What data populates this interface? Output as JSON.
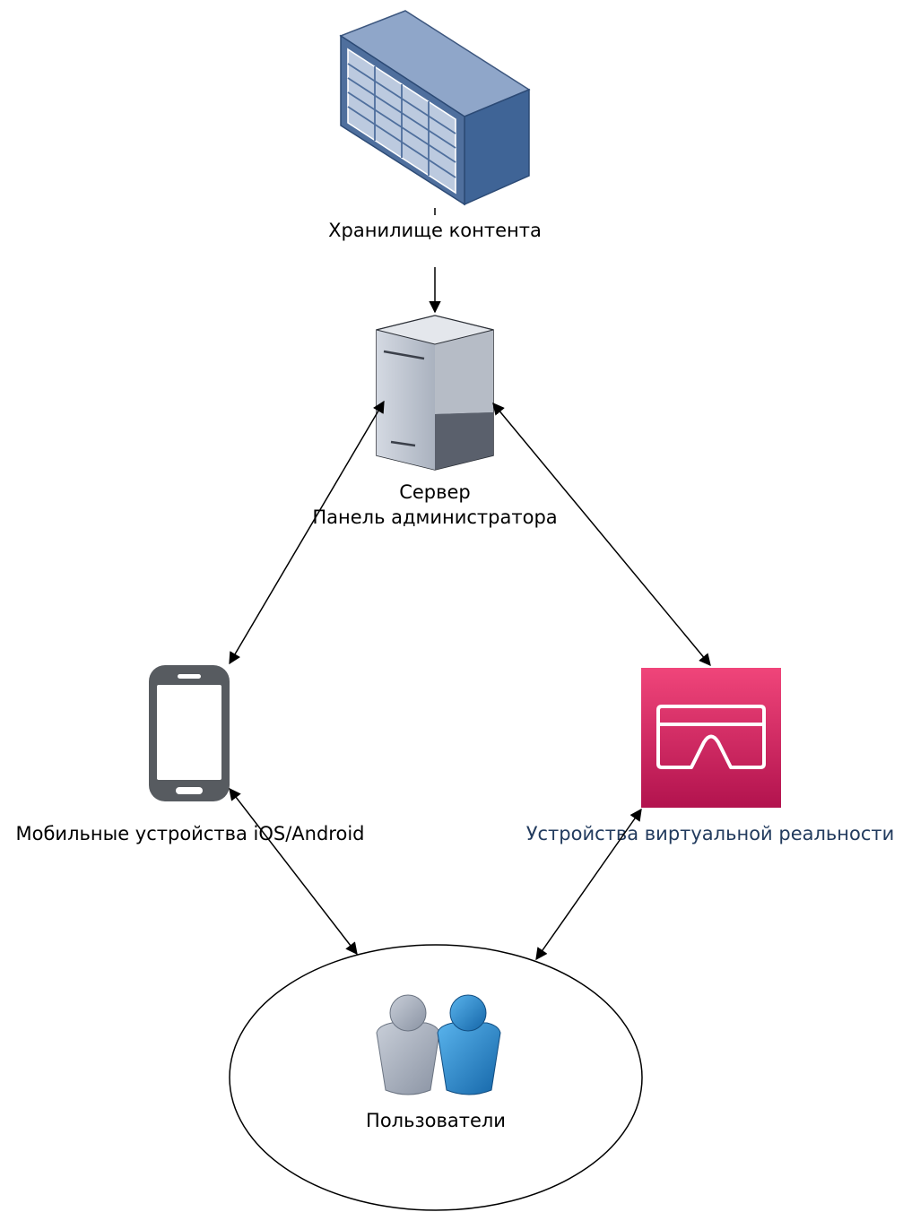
{
  "nodes": {
    "storage": {
      "label": "Хранилище контента",
      "icon": "storage-array-icon"
    },
    "server": {
      "label_line1": "Сервер",
      "label_line2": "Панель администратора",
      "icon": "server-tower-icon"
    },
    "mobile": {
      "label": "Мобильные устройства iOS/Android",
      "icon": "smartphone-icon"
    },
    "vr": {
      "label": "Устройства виртуальной реальности",
      "icon": "vr-headset-icon"
    },
    "users": {
      "label": "Пользователи",
      "icon": "users-icon"
    }
  },
  "colors": {
    "line": "#000000",
    "vr_gradient_top": "#f0457a",
    "vr_gradient_bottom": "#b2134e",
    "vr_label": "#223b5e",
    "user_gray": "#9aa3b0",
    "user_blue": "#2a86c8"
  }
}
